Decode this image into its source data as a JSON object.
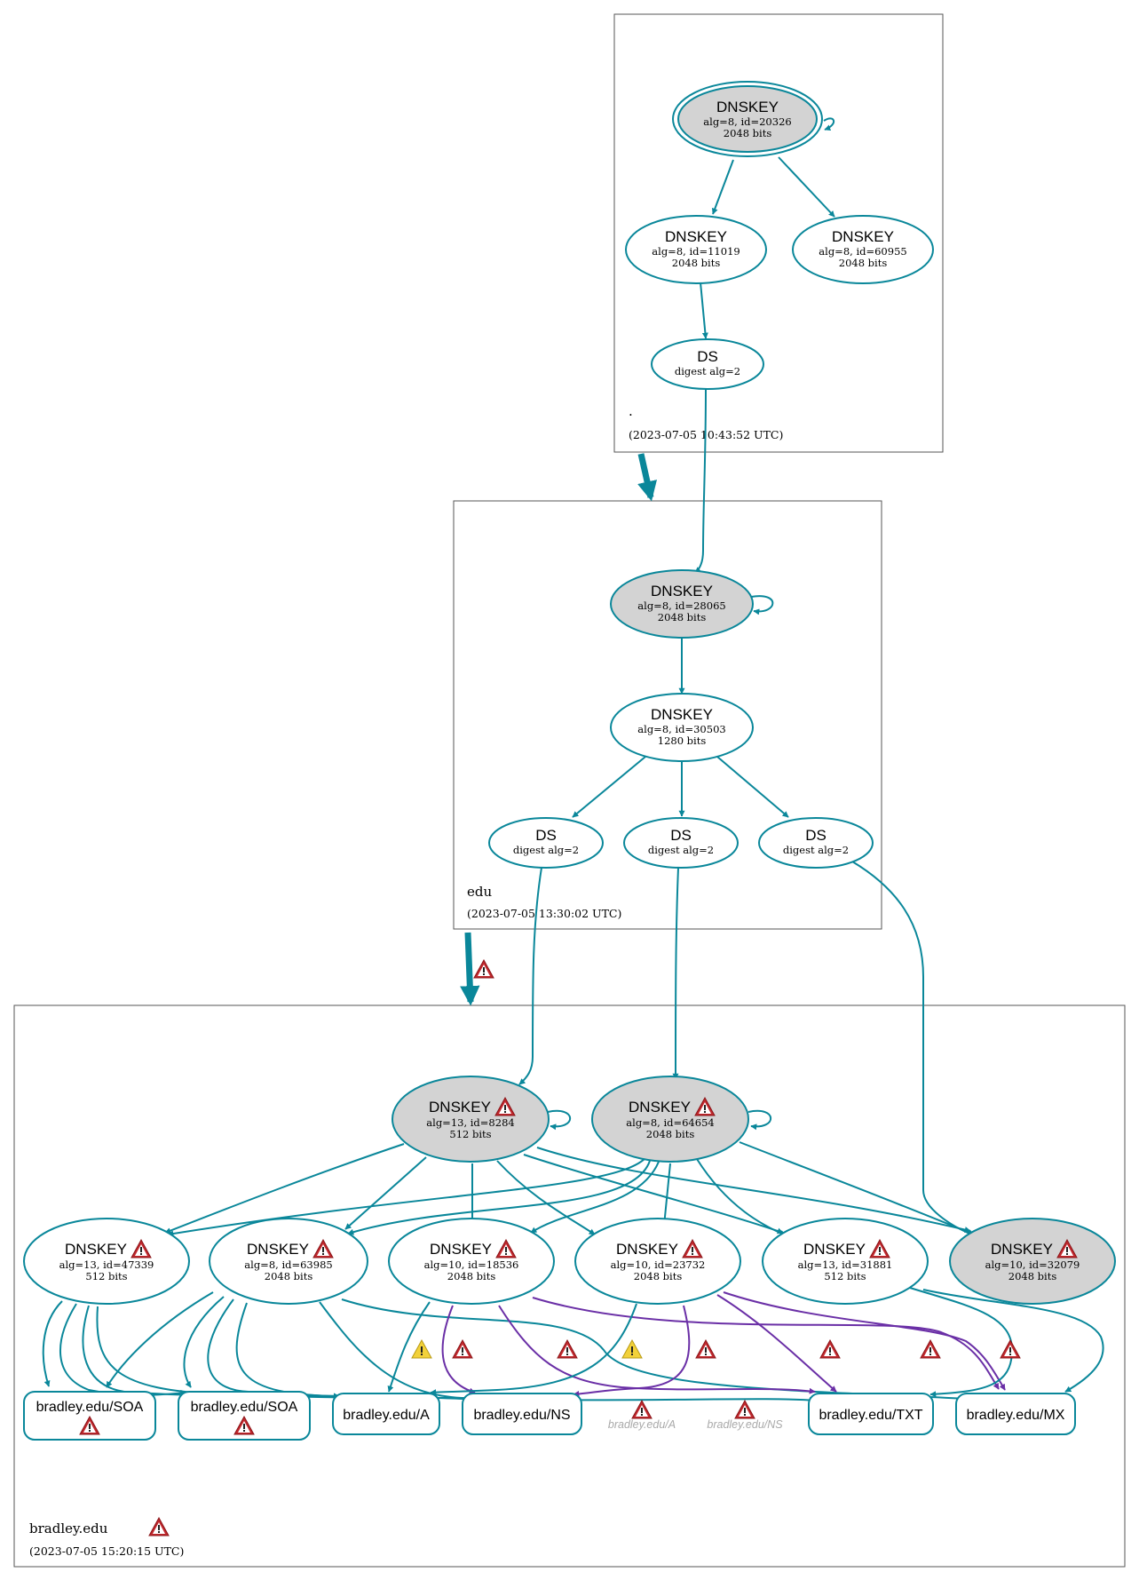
{
  "diagram": {
    "colors": {
      "teal": "#0a879a",
      "purple": "#6a2fa6",
      "ksk_fill": "#d3d3d3",
      "node_fill": "#ffffff",
      "error_icon": "#c0282d",
      "warning_icon": "#f2d13a"
    },
    "zones": [
      {
        "id": "root",
        "name": ".",
        "timestamp": "(2023-07-05 10:43:52 UTC)"
      },
      {
        "id": "edu",
        "name": "edu",
        "timestamp": "(2023-07-05 13:30:02 UTC)"
      },
      {
        "id": "bradley",
        "name": "bradley.edu",
        "timestamp": "(2023-07-05 15:20:15 UTC)",
        "status_icon": "error-icon"
      }
    ],
    "nodes": [
      {
        "id": "root_ksk",
        "title": "DNSKEY",
        "line1": "alg=8, id=20326",
        "line2": "2048 bits"
      },
      {
        "id": "root_zsk1",
        "title": "DNSKEY",
        "line1": "alg=8, id=11019",
        "line2": "2048 bits"
      },
      {
        "id": "root_zsk2",
        "title": "DNSKEY",
        "line1": "alg=8, id=60955",
        "line2": "2048 bits"
      },
      {
        "id": "root_ds",
        "title": "DS",
        "line1": "digest alg=2"
      },
      {
        "id": "edu_ksk",
        "title": "DNSKEY",
        "line1": "alg=8, id=28065",
        "line2": "2048 bits"
      },
      {
        "id": "edu_zsk",
        "title": "DNSKEY",
        "line1": "alg=8, id=30503",
        "line2": "1280 bits"
      },
      {
        "id": "edu_ds1",
        "title": "DS",
        "line1": "digest alg=2"
      },
      {
        "id": "edu_ds2",
        "title": "DS",
        "line1": "digest alg=2"
      },
      {
        "id": "edu_ds3",
        "title": "DS",
        "line1": "digest alg=2"
      },
      {
        "id": "br_ksk1",
        "title": "DNSKEY",
        "line1": "alg=13, id=8284",
        "line2": "512 bits",
        "icon": "error-icon"
      },
      {
        "id": "br_ksk2",
        "title": "DNSKEY",
        "line1": "alg=8, id=64654",
        "line2": "2048 bits",
        "icon": "error-icon"
      },
      {
        "id": "br_k47339",
        "title": "DNSKEY",
        "line1": "alg=13, id=47339",
        "line2": "512 bits",
        "icon": "error-icon"
      },
      {
        "id": "br_k63985",
        "title": "DNSKEY",
        "line1": "alg=8, id=63985",
        "line2": "2048 bits",
        "icon": "error-icon"
      },
      {
        "id": "br_k18536",
        "title": "DNSKEY",
        "line1": "alg=10, id=18536",
        "line2": "2048 bits",
        "icon": "error-icon"
      },
      {
        "id": "br_k23732",
        "title": "DNSKEY",
        "line1": "alg=10, id=23732",
        "line2": "2048 bits",
        "icon": "error-icon"
      },
      {
        "id": "br_k31881",
        "title": "DNSKEY",
        "line1": "alg=13, id=31881",
        "line2": "512 bits",
        "icon": "error-icon"
      },
      {
        "id": "br_k32079",
        "title": "DNSKEY",
        "line1": "alg=10, id=32079",
        "line2": "2048 bits",
        "icon": "error-icon"
      }
    ],
    "records": [
      {
        "id": "rr_soa1",
        "label": "bradley.edu/SOA",
        "icon": "error-icon"
      },
      {
        "id": "rr_soa2",
        "label": "bradley.edu/SOA",
        "icon": "error-icon"
      },
      {
        "id": "rr_a",
        "label": "bradley.edu/A"
      },
      {
        "id": "rr_ns",
        "label": "bradley.edu/NS"
      },
      {
        "id": "rr_txt",
        "label": "bradley.edu/TXT"
      },
      {
        "id": "rr_mx",
        "label": "bradley.edu/MX"
      }
    ],
    "ghost_records": [
      {
        "id": "ghost_a",
        "label": "bradley.edu/A",
        "icon": "error-icon"
      },
      {
        "id": "ghost_ns",
        "label": "bradley.edu/NS",
        "icon": "error-icon"
      }
    ]
  }
}
